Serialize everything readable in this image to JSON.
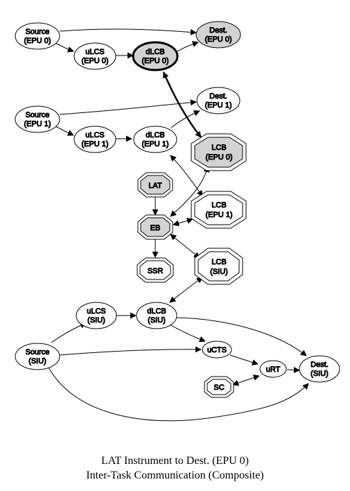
{
  "caption": {
    "line1": "LAT Instrument to Dest. (EPU 0)",
    "line2": "Inter-Task Communication (Composite)"
  },
  "colors": {
    "highlight_fill": "#d3d3d3",
    "plain_fill": "#ffffff",
    "stroke": "#000000"
  },
  "nodes": {
    "source_epu0": {
      "line1": "Source",
      "line2": "(EPU 0)"
    },
    "dest_epu0": {
      "line1": "Dest.",
      "line2": "(EPU 0)"
    },
    "ulcs_epu0": {
      "line1": "uLCS",
      "line2": "(EPU 0)"
    },
    "dlcb_epu0": {
      "line1": "dLCB",
      "line2": "(EPU 0)"
    },
    "source_epu1": {
      "line1": "Source",
      "line2": "(EPU 1)"
    },
    "dest_epu1": {
      "line1": "Dest.",
      "line2": "(EPU 1)"
    },
    "ulcs_epu1": {
      "line1": "uLCS",
      "line2": "(EPU 1)"
    },
    "dlcb_epu1": {
      "line1": "dLCB",
      "line2": "(EPU 1)"
    },
    "lcb_epu0": {
      "line1": "LCB",
      "line2": "(EPU 0)"
    },
    "lat": {
      "line1": "LAT"
    },
    "lcb_epu1": {
      "line1": "LCB",
      "line2": "(EPU 1)"
    },
    "eb": {
      "line1": "EB"
    },
    "ssr": {
      "line1": "SSR"
    },
    "lcb_siu": {
      "line1": "LCB",
      "line2": "(SIU)"
    },
    "ulcs_siu": {
      "line1": "uLCS",
      "line2": "(SIU)"
    },
    "dlcb_siu": {
      "line1": "dLCB",
      "line2": "(SIU)"
    },
    "source_siu": {
      "line1": "Source",
      "line2": "(SIU)"
    },
    "ucts": {
      "line1": "uCTS"
    },
    "urt": {
      "line1": "uRT"
    },
    "dest_siu": {
      "line1": "Dest.",
      "line2": "(SIU)"
    },
    "sc": {
      "line1": "SC"
    }
  }
}
